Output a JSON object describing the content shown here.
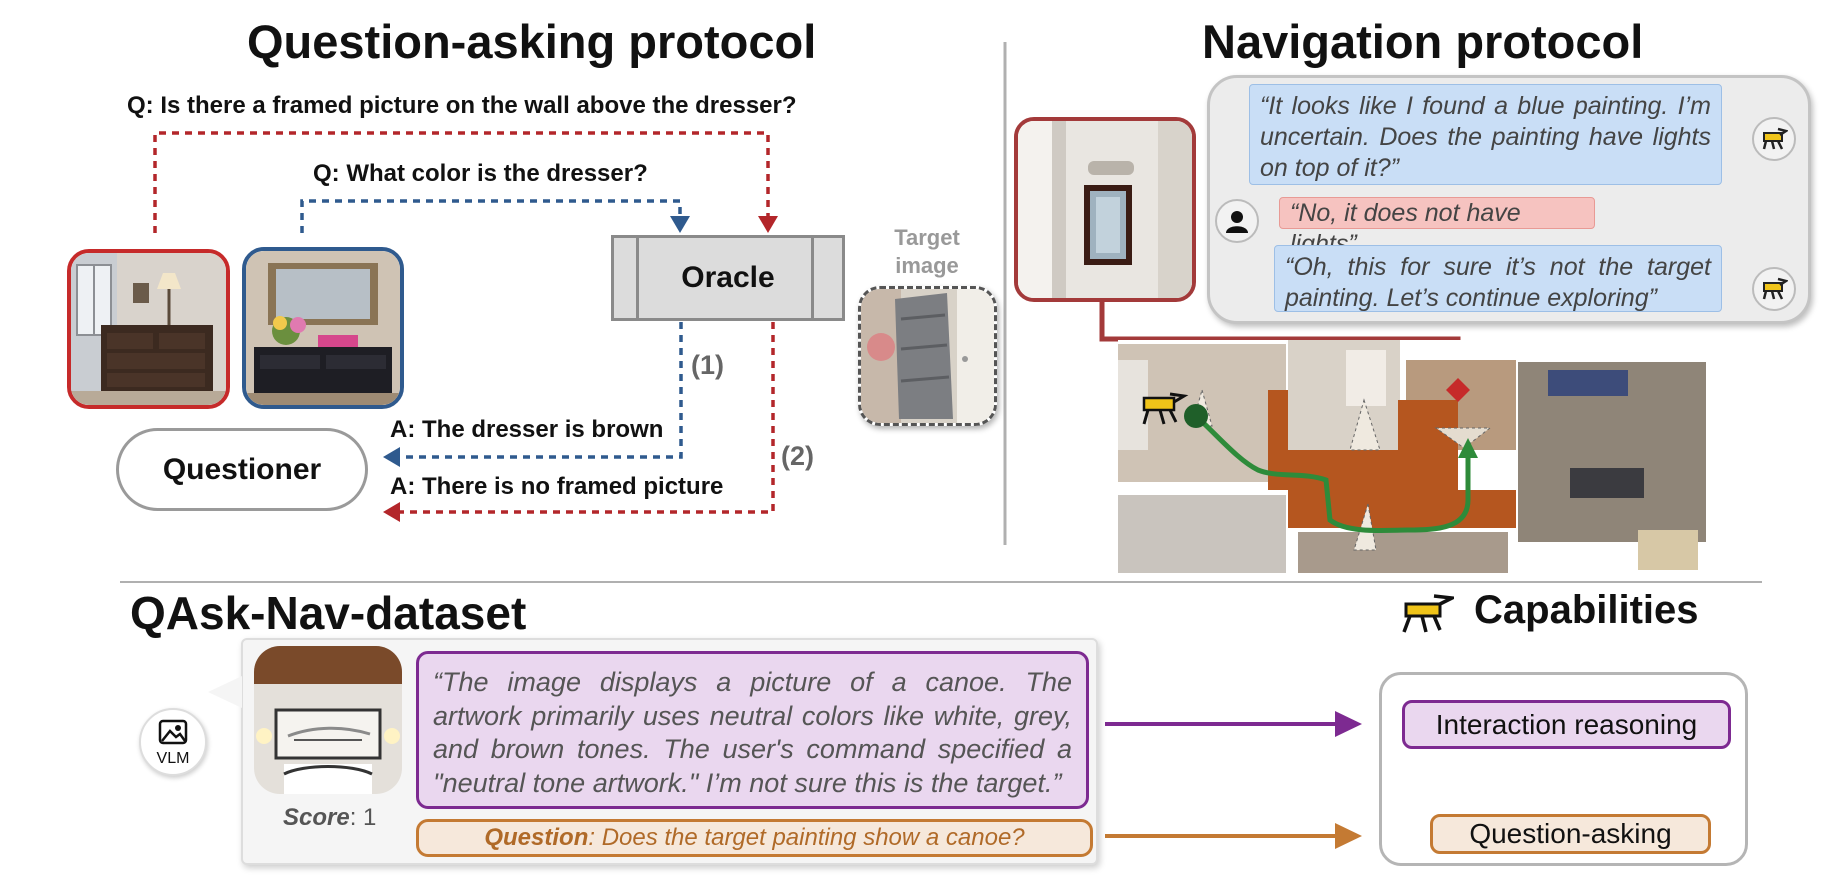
{
  "qa_protocol": {
    "title": "Question-asking protocol",
    "question_1": "Q: Is there a framed picture on the wall above the dresser?",
    "question_2": "Q: What color is the dresser?",
    "oracle_label": "Oracle",
    "questioner_label": "Questioner",
    "answer_1": "A: The dresser is brown",
    "answer_2": "A: There is no framed picture",
    "step_1": "(1)",
    "step_2": "(2)",
    "target_label_line1": "Target",
    "target_label_line2": "image"
  },
  "nav_protocol": {
    "title": "Navigation protocol",
    "messages": [
      {
        "speaker": "robot",
        "text": "“It looks like I found a blue  painting. I’m uncertain.  Does the painting have lights on top of it?”"
      },
      {
        "speaker": "human",
        "text": "“No, it does not have lights”"
      },
      {
        "speaker": "robot",
        "text": "“Oh, this for sure it’s not the target painting. Let’s continue exploring”"
      }
    ]
  },
  "dataset": {
    "title": "QAsk-Nav-dataset",
    "vlm_label": "VLM",
    "description": "“The image displays a picture of a canoe. The artwork primarily uses neutral colors like white, grey, and brown tones. The user's command specified a \"neutral tone artwork.\" I’m not sure this is the target.”",
    "score_label": "Score",
    "score_value": ": 1",
    "question_label": "Question",
    "question_text": ": Does the target painting show a canoe?"
  },
  "capabilities": {
    "title": "Capabilities",
    "items": [
      "Interaction reasoning",
      "Question-asking"
    ]
  },
  "colors": {
    "red": "#b3262a",
    "blue": "#2f5a8e",
    "purple": "#7d2a91",
    "orange": "#c47a33",
    "green": "#2e8b3a"
  }
}
